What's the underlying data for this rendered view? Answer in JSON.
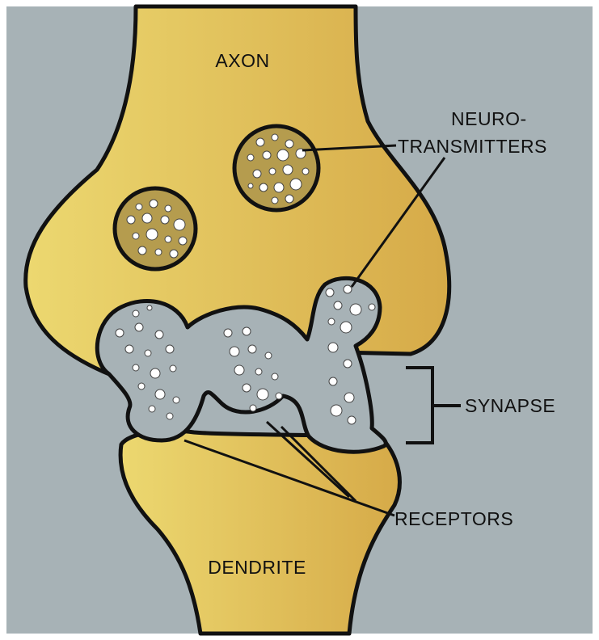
{
  "labels": {
    "axon": "AXON",
    "neuro_line1": "NEURO-",
    "neuro_line2": "TRANSMITTERS",
    "synapse": "SYNAPSE",
    "receptors": "RECEPTORS",
    "dendrite": "DENDRITE"
  },
  "colors": {
    "background": "#a7b2b6",
    "membrane_light": "#ecd870",
    "membrane_dark": "#d6aa48",
    "vesicle_fill": "#b59c4e",
    "cleft": "#a7b2b6",
    "outline": "#111111"
  }
}
